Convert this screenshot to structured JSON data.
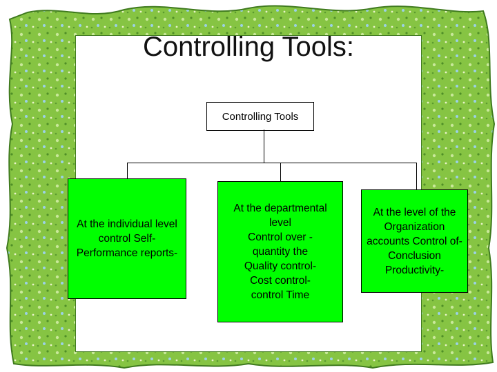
{
  "slide": {
    "title": "Controlling Tools:"
  },
  "diagram": {
    "root": "Controlling Tools",
    "children": [
      {
        "label": "At the individual level\ncontrol Self-\nPerformance reports-"
      },
      {
        "label": "At the departmental\nlevel\nControl over -\nquantity the\nQuality control-\nCost control-\ncontrol Time"
      },
      {
        "label": "At the level of the\nOrganization\naccounts Control of-\nConclusion\nProductivity-"
      }
    ]
  },
  "colors": {
    "frame": "#7cbf3a",
    "frame_dark": "#3f7a1e",
    "node_fill": "#00ff00",
    "root_fill": "#ffffff",
    "line": "#000000"
  }
}
